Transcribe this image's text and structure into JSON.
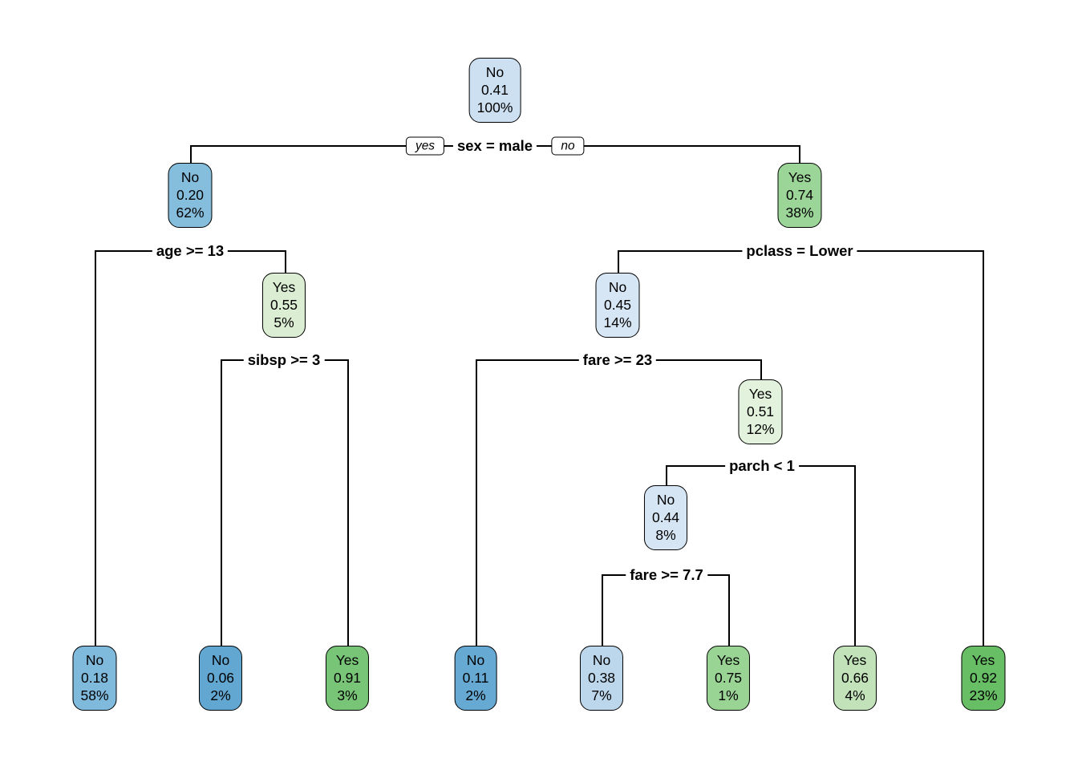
{
  "diagram": {
    "kind": "decision-tree-plot",
    "line_color": "#000000",
    "background": "#ffffff"
  },
  "branch_labels": {
    "yes": "yes",
    "no": "no"
  },
  "splits": [
    {
      "text": "sex = male"
    },
    {
      "text": "age >= 13"
    },
    {
      "text": "pclass = Lower"
    },
    {
      "text": "sibsp >= 3"
    },
    {
      "text": "fare >= 23"
    },
    {
      "text": "parch < 1"
    },
    {
      "text": "fare >= 7.7"
    }
  ],
  "nodes": [
    {
      "class_label": "No",
      "prob": "0.41",
      "pct": "100%",
      "fill": "#CDE0F1"
    },
    {
      "class_label": "No",
      "prob": "0.20",
      "pct": "62%",
      "fill": "#85BDDD"
    },
    {
      "class_label": "Yes",
      "prob": "0.74",
      "pct": "38%",
      "fill": "#9CD598"
    },
    {
      "class_label": "Yes",
      "prob": "0.55",
      "pct": "5%",
      "fill": "#DBEED3"
    },
    {
      "class_label": "No",
      "prob": "0.45",
      "pct": "14%",
      "fill": "#D7E6F4"
    },
    {
      "class_label": "Yes",
      "prob": "0.51",
      "pct": "12%",
      "fill": "#E3F2DD"
    },
    {
      "class_label": "No",
      "prob": "0.44",
      "pct": "8%",
      "fill": "#D6E5F3"
    },
    {
      "class_label": "No",
      "prob": "0.18",
      "pct": "58%",
      "fill": "#7FB9DC"
    },
    {
      "class_label": "No",
      "prob": "0.06",
      "pct": "2%",
      "fill": "#61A7D2"
    },
    {
      "class_label": "Yes",
      "prob": "0.91",
      "pct": "3%",
      "fill": "#78C577"
    },
    {
      "class_label": "No",
      "prob": "0.11",
      "pct": "2%",
      "fill": "#66AAD3"
    },
    {
      "class_label": "No",
      "prob": "0.38",
      "pct": "7%",
      "fill": "#BCD7EC"
    },
    {
      "class_label": "Yes",
      "prob": "0.75",
      "pct": "1%",
      "fill": "#9AD495"
    },
    {
      "class_label": "Yes",
      "prob": "0.66",
      "pct": "4%",
      "fill": "#C2E3BA"
    },
    {
      "class_label": "Yes",
      "prob": "0.92",
      "pct": "23%",
      "fill": "#67BE64"
    }
  ]
}
